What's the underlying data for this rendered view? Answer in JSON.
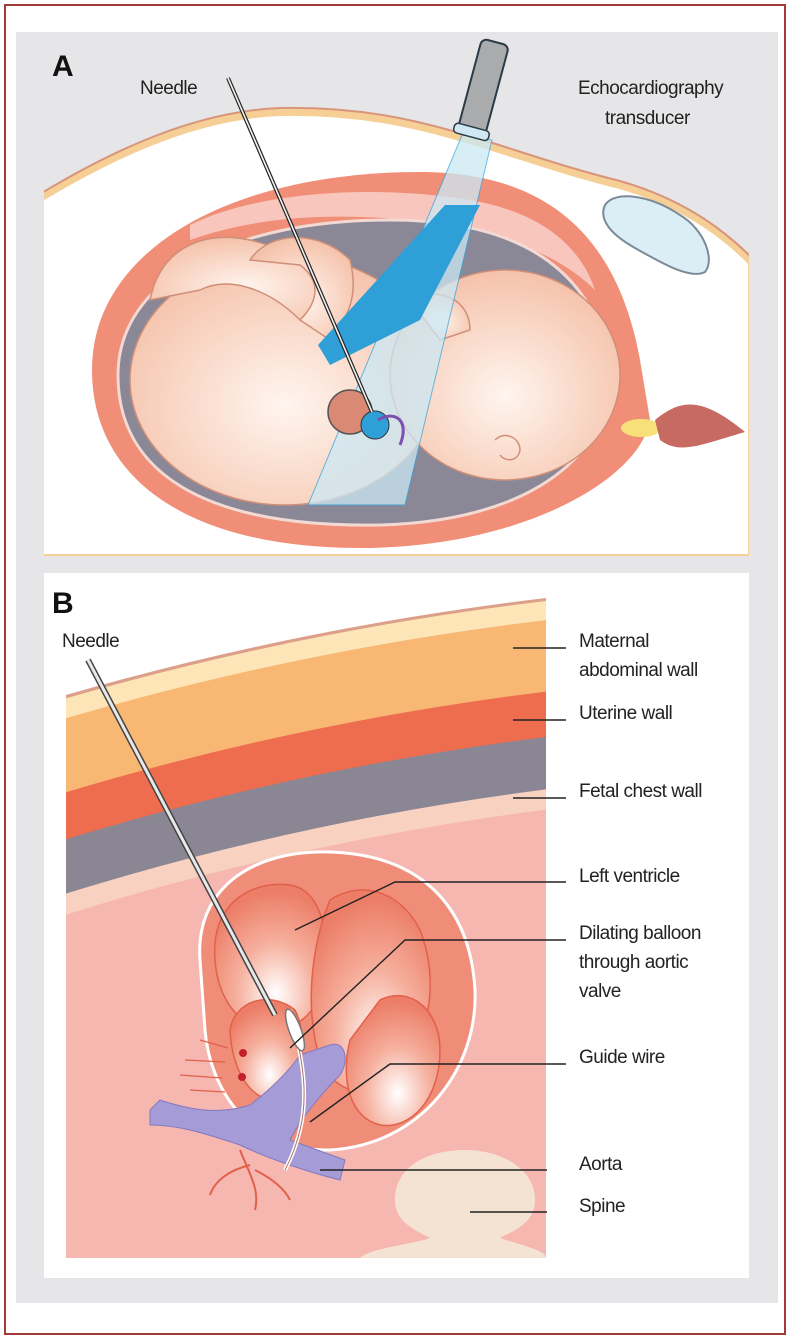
{
  "panel_a": {
    "letter": "A",
    "labels": {
      "needle": "Needle",
      "transducer_line1": "Echocardiography",
      "transducer_line2": "transducer"
    }
  },
  "panel_b": {
    "letter": "B",
    "labels": {
      "needle": "Needle",
      "maternal_line1": "Maternal",
      "maternal_line2": "abdominal wall",
      "uterine": "Uterine wall",
      "fetal_chest": "Fetal chest wall",
      "left_ventricle": "Left ventricle",
      "balloon_line1": "Dilating balloon",
      "balloon_line2": "through aortic",
      "balloon_line3": "valve",
      "guide_wire": "Guide wire",
      "aorta": "Aorta",
      "spine": "Spine"
    }
  },
  "colors": {
    "frame": "#a33a3a",
    "background": "#e6e6e8",
    "skin": "#f7c890",
    "uterus": "#ef7f66",
    "amniotic": "#8a8797",
    "fetus": "#f7cdb8",
    "beam": "#3aa6dc",
    "aorta": "#a59bd6"
  }
}
